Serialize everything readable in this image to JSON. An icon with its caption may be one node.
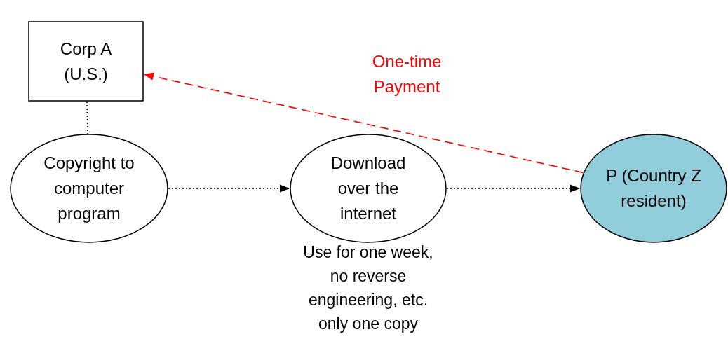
{
  "diagram": {
    "nodes": [
      {
        "text": [
          "Corp A (U.S.)"
        ]
      },
      {
        "text": [
          "Copyright to computer program"
        ]
      },
      {
        "text": [
          "Download over the internet"
        ],
        "beside": [
          "Use for one week, no reverse engineering, etc. only one copy"
        ]
      },
      {
        "text": [
          "P (Country Z resident)"
        ]
      }
    ],
    "edges": [
      {
        "from": 0,
        "to": 1,
        "arrow": "none"
      },
      {
        "from": 1,
        "to": 2,
        "arrow": "to"
      },
      {
        "from": 2,
        "to": 3,
        "arrow": "to"
      },
      {
        "from": 3,
        "to": 0,
        "arrow": "to",
        "label": "One-time Payment",
        "style": "dashed",
        "color": "#ff0000"
      }
    ]
  }
}
